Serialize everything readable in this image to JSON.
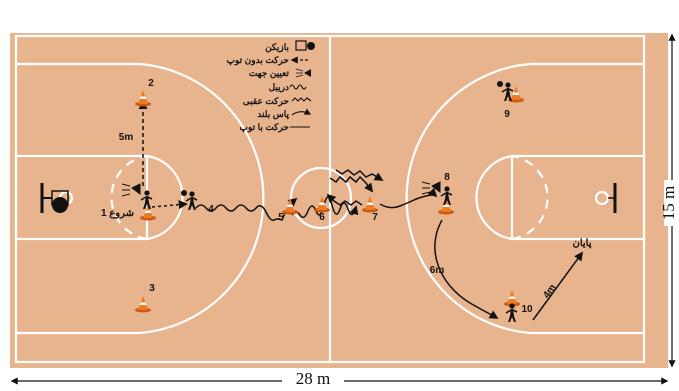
{
  "dimensions": {
    "length_label": "28 m",
    "width_label": "15 m"
  },
  "distances": {
    "d1": "5m",
    "d2": "6m",
    "d3": "4m"
  },
  "stations": [
    {
      "id": "s1",
      "label": "شروع 1"
    },
    {
      "id": "s2",
      "label": "2"
    },
    {
      "id": "s3",
      "label": "3"
    },
    {
      "id": "s4",
      "label": "4"
    },
    {
      "id": "s5",
      "label": "5"
    },
    {
      "id": "s6",
      "label": "6"
    },
    {
      "id": "s7",
      "label": "7"
    },
    {
      "id": "s8",
      "label": "8"
    },
    {
      "id": "s9",
      "label": "9"
    },
    {
      "id": "s10",
      "label": "10"
    }
  ],
  "finish_label": "پایان",
  "legend": [
    {
      "icon": "player-icon",
      "label": "بازیکن"
    },
    {
      "icon": "move-without-ball-icon",
      "label": "حرکت بدون توپ"
    },
    {
      "icon": "change-direction-icon",
      "label": "تعیین جهت"
    },
    {
      "icon": "dribble-icon",
      "label": "دریبل"
    },
    {
      "icon": "backward-move-icon",
      "label": "حرکت عقبی"
    },
    {
      "icon": "lob-pass-icon",
      "label": "پاس بلند"
    },
    {
      "icon": "move-with-ball-icon",
      "label": "حرکت با توپ"
    }
  ],
  "colors": {
    "court": "#e8b48e",
    "lines": "#ffffff",
    "ink": "#111111",
    "cone": "#ef7a22"
  }
}
